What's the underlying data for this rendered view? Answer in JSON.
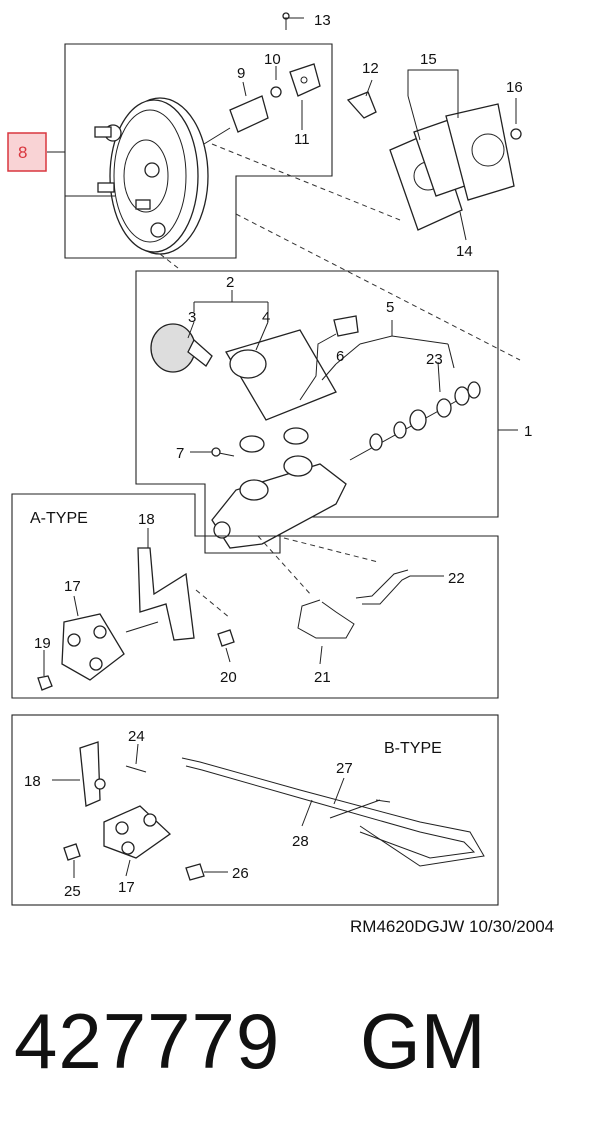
{
  "diagram": {
    "callouts": {
      "c1": "1",
      "c2": "2",
      "c3": "3",
      "c4": "4",
      "c5": "5",
      "c6": "6",
      "c7": "7",
      "c8": "8",
      "c9": "9",
      "c10": "10",
      "c11": "11",
      "c12": "12",
      "c13": "13",
      "c14": "14",
      "c15": "15",
      "c16": "16",
      "c17a": "17",
      "c17b": "17",
      "c18a": "18",
      "c18b": "18",
      "c19": "19",
      "c20": "20",
      "c21": "21",
      "c22": "22",
      "c23": "23",
      "c24": "24",
      "c25": "25",
      "c26": "26",
      "c27": "27",
      "c28": "28"
    },
    "highlight_color": "#d9363e",
    "sections": {
      "a_type": "A-TYPE",
      "b_type": "B-TYPE"
    }
  },
  "footer": {
    "reference": "RM4620DGJW  10/30/2004",
    "part_number": "427779",
    "brand": "GM"
  }
}
